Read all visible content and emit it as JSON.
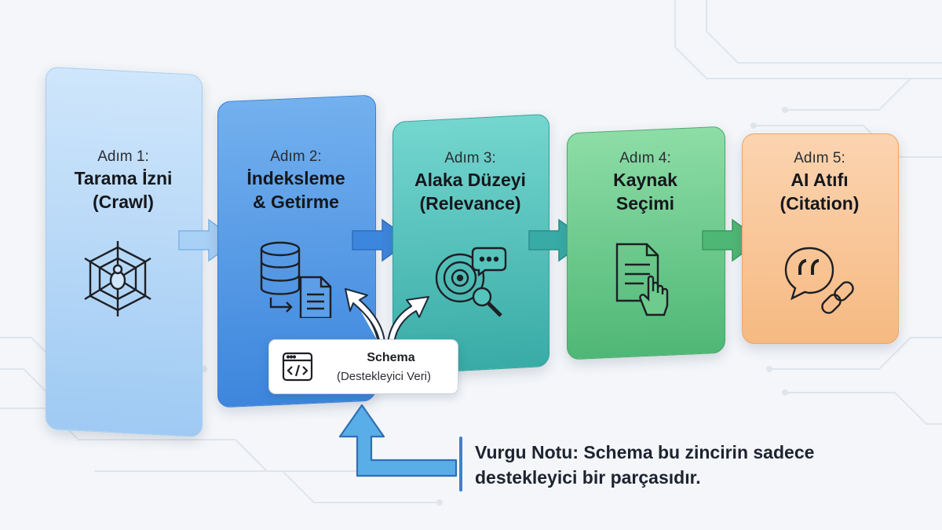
{
  "steps": [
    {
      "num": "Adım 1:",
      "title_line1": "Tarama İzni",
      "title_line2": "(Crawl)",
      "icon": "spider-web-icon",
      "color": "#bfdcf7"
    },
    {
      "num": "Adım 2:",
      "title_line1": "İndeksleme",
      "title_line2": "& Getirme",
      "icon": "database-document-icon",
      "color": "#5d9fe6"
    },
    {
      "num": "Adım 3:",
      "title_line1": "Alaka Düzeyi",
      "title_line2": "(Relevance)",
      "icon": "target-search-icon",
      "color": "#55c4bd"
    },
    {
      "num": "Adım 4:",
      "title_line1": "Kaynak",
      "title_line2": "Seçimi",
      "icon": "document-hand-icon",
      "color": "#6ccb8d"
    },
    {
      "num": "Adım 5:",
      "title_line1": "AI Atıfı",
      "title_line2": "(Citation)",
      "icon": "quote-link-icon",
      "color": "#f8c69c"
    }
  ],
  "schema": {
    "title": "Schema",
    "subtitle": "(Destekleyici Veri)",
    "icon": "code-window-icon"
  },
  "note": {
    "line1": "Vurgu Notu: Schema bu zincirin sadece",
    "line2": "destekleyici bir parçasıdır."
  }
}
